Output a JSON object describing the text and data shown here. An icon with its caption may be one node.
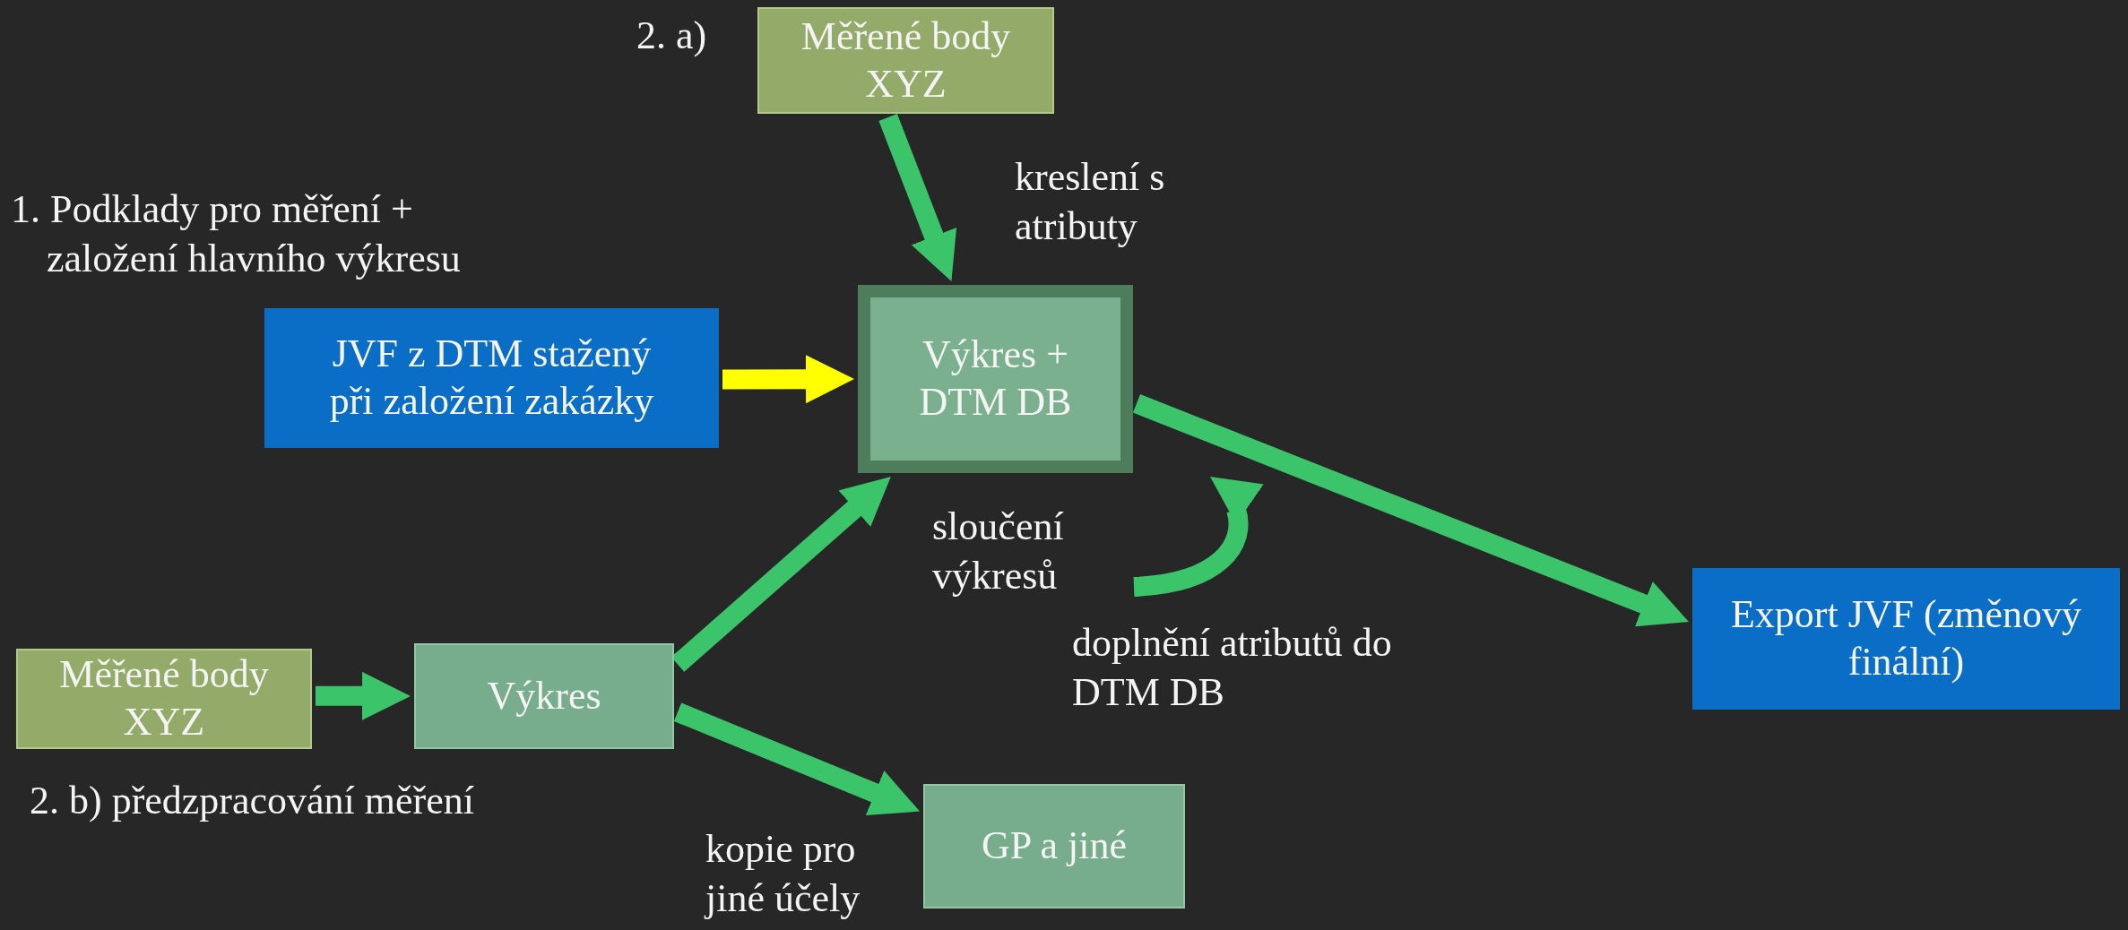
{
  "diagram": {
    "nodes": [
      {
        "text": [
          "Měřené body XYZ"
        ],
        "beside": [
          "2. a)"
        ]
      },
      {
        "text": [
          "JVF z DTM stažený při založení zakázky"
        ]
      },
      {
        "text": [
          "Výkres + DTM DB"
        ]
      },
      {
        "text": [
          "Měřené body XYZ"
        ],
        "beside": [
          "2. b) předzpracování měření"
        ]
      },
      {
        "text": [
          "Výkres"
        ]
      },
      {
        "text": [
          "GP a jiné"
        ]
      },
      {
        "text": [
          "Export JVF (změnový finální)"
        ]
      }
    ],
    "edges": [
      {
        "from": 0,
        "to": 2,
        "arrow": "to",
        "label": "kreslení s atributy"
      },
      {
        "from": 1,
        "to": 2,
        "arrow": "to",
        "color": "#ffff00"
      },
      {
        "from": 2,
        "to": 6,
        "arrow": "to"
      },
      {
        "from": 3,
        "to": 4,
        "arrow": "to"
      },
      {
        "from": 4,
        "to": 2,
        "arrow": "to",
        "label": "sloučení výkresů"
      },
      {
        "from": 4,
        "to": 5,
        "arrow": "to",
        "label": "kopie pro jiné účely"
      },
      {
        "from": null,
        "to": 2,
        "arrow": "to",
        "label": "doplnění atributů do DTM DB"
      }
    ],
    "labels": [
      "1. Podklady pro měření + založení hlavního výkresu"
    ]
  }
}
